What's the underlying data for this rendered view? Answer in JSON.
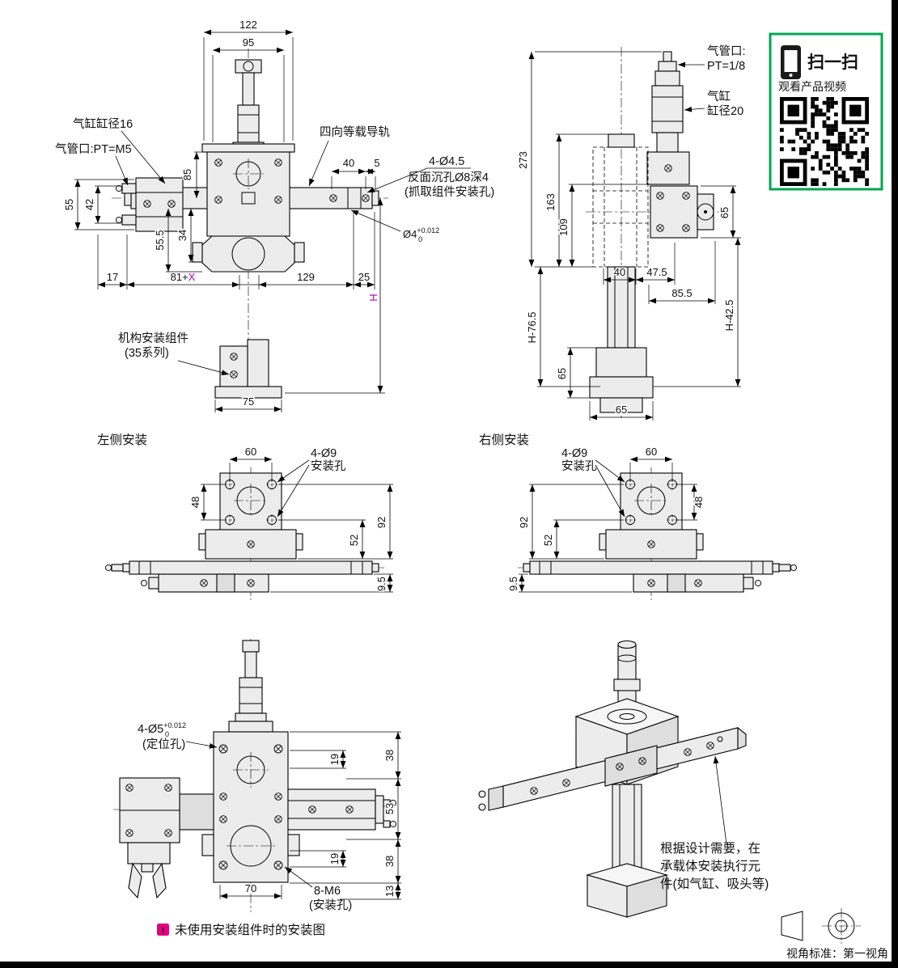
{
  "colors": {
    "accent": "#bf00bf",
    "qr_border": "#00a651",
    "note_icon": "#e4007f"
  },
  "qr_panel": {
    "scan_title": "扫一扫",
    "scan_subtitle": "观看产品视频"
  },
  "front_view": {
    "labels": {
      "cyl_bore": "气缸缸径16",
      "air_port": "气管口:PT=M5",
      "rail": "四向等载导轨",
      "holes_line1": "4-Ø4.5",
      "holes_line2": "反面沉孔Ø8深4",
      "holes_line3": "(抓取组件安装孔)",
      "pin_dia": "Ø4",
      "pin_tol_up": "+0.012",
      "pin_tol_dn": "0",
      "mount_line1": "机构安装组件",
      "mount_line2": "(35系列)"
    },
    "dims": {
      "w122": "122",
      "w95": "95",
      "h85": "85",
      "w40": "40",
      "w5": "5",
      "h55": "55",
      "h42": "42",
      "h55_5": "55.5",
      "h34": "34",
      "w17": "17",
      "w81x_a": "81+",
      "w81x_b": "X",
      "w129": "129",
      "w25": "25",
      "hH": "H",
      "w75": "75"
    }
  },
  "side_view": {
    "labels": {
      "air_port_1": "气管口:",
      "air_port_2": "PT=1/8",
      "cyl_1": "气缸",
      "cyl_2": "缸径20"
    },
    "dims": {
      "h273": "273",
      "h163": "163",
      "h109": "109",
      "h65r": "65",
      "w40": "40",
      "w47_5": "47.5",
      "w85_5": "85.5",
      "hH76": "H-76.5",
      "hH42": "H-42.5",
      "h65l": "65",
      "w65b": "65"
    }
  },
  "left_mount": {
    "title": "左侧安装",
    "hole_label_1": "4-Ø9",
    "hole_label_2": "安装孔",
    "dims": {
      "w60": "60",
      "h48": "48",
      "h92": "92",
      "h52": "52",
      "h9_5": "9.5"
    }
  },
  "right_mount": {
    "title": "右侧安装",
    "hole_label_1": "4-Ø9",
    "hole_label_2": "安装孔",
    "dims": {
      "w60": "60",
      "h48": "48",
      "h92": "92",
      "h52": "52",
      "h9_5": "9.5"
    }
  },
  "no_mount_view": {
    "labels": {
      "pos_dia": "4-Ø5",
      "pos_tol_up": "+0.012",
      "pos_tol_dn": "0",
      "pos_name": "(定位孔)",
      "m6": "8-M6",
      "m6_name": "(安装孔)"
    },
    "dims": {
      "h19a": "19",
      "h38a": "38",
      "h53": "53",
      "h19b": "19",
      "h38b": "38",
      "h13": "13",
      "w70": "70"
    },
    "caption_mark": "!",
    "caption": "未使用安装组件时的安装图"
  },
  "iso_view": {
    "note_1": "根据设计需要，在",
    "note_2": "承载体安装执行元",
    "note_3": "件(如气缸、吸头等)"
  },
  "footer": {
    "view_standard": "视角标准：第一视角"
  }
}
